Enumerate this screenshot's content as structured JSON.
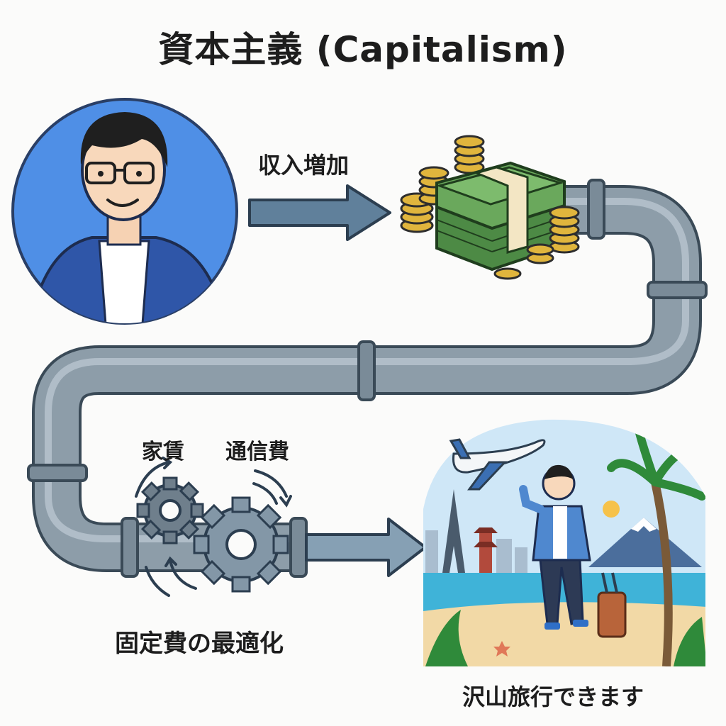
{
  "title": "資本主義 (Capitalism)",
  "labels": {
    "income_increase": "収入増加",
    "rent": "家賃",
    "telecom": "通信費",
    "fixed_cost_optimization": "固定費の最適化",
    "lots_of_travel": "沢山旅行できます"
  },
  "icons": {
    "person": "person-portrait-icon",
    "money": "money-stack-icon",
    "gears": "gears-icon",
    "travel": "travel-scene-icon"
  },
  "colors": {
    "pipe": "#8a9aa6",
    "pipe_outline": "#3a4a57",
    "arrow": "#5f7c97",
    "portrait_bg": "#4f8fe6",
    "cash": "#4d8a45",
    "coin": "#e0b53d"
  }
}
